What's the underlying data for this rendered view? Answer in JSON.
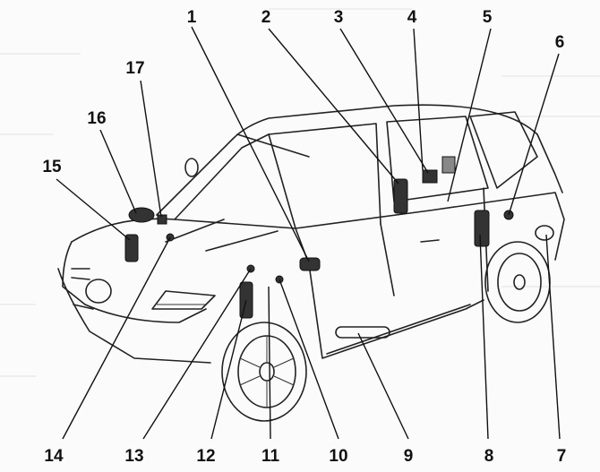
{
  "diagram": {
    "callouts": [
      {
        "label": "1"
      },
      {
        "label": "2"
      },
      {
        "label": "3"
      },
      {
        "label": "4"
      },
      {
        "label": "5"
      },
      {
        "label": "6"
      },
      {
        "label": "7"
      },
      {
        "label": "8"
      },
      {
        "label": "9"
      },
      {
        "label": "10"
      },
      {
        "label": "11"
      },
      {
        "label": "12"
      },
      {
        "label": "13"
      },
      {
        "label": "14"
      },
      {
        "label": "15"
      },
      {
        "label": "16"
      },
      {
        "label": "17"
      }
    ]
  }
}
